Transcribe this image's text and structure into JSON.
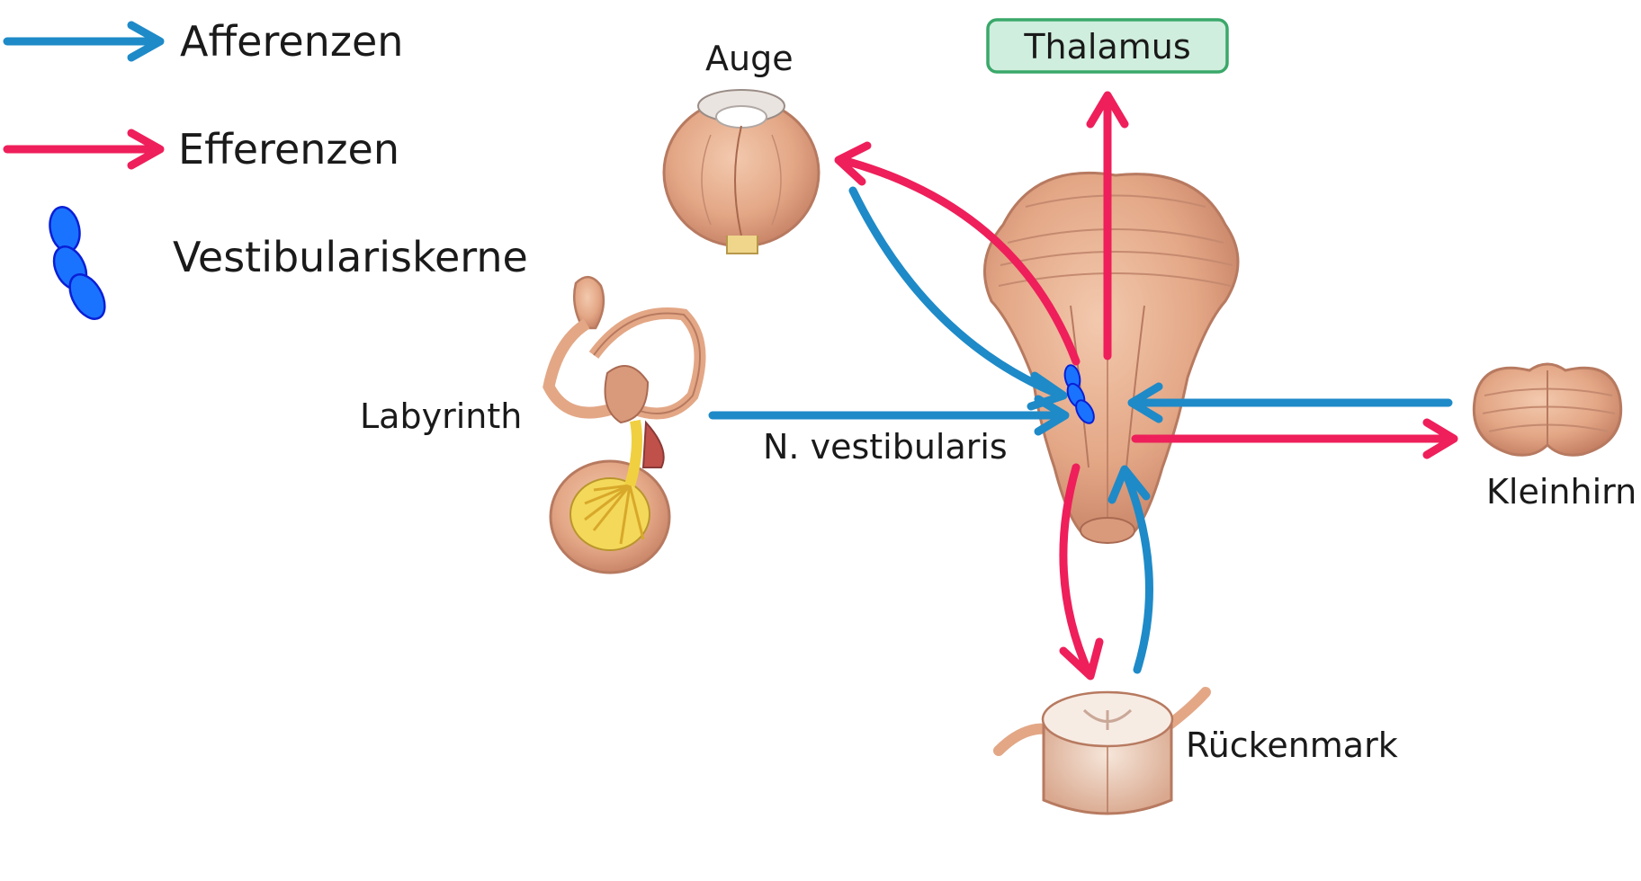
{
  "legend": {
    "afferent_label": "Afferenzen",
    "efferent_label": "Efferenzen",
    "nuclei_label": "Vestibulariskerne"
  },
  "labels": {
    "eye": "Auge",
    "thalamus": "Thalamus",
    "labyrinth": "Labyrinth",
    "nerve": "N. vestibularis",
    "cerebellum": "Kleinhirn",
    "spinal_cord": "Rückenmark"
  },
  "colors": {
    "afferent": "#1e8ac8",
    "efferent": "#ee1f5a",
    "nuclei_fill": "#1a73ff",
    "nuclei_stroke": "#0a1fd6",
    "tissue": "#e4a888",
    "tissue_dark": "#b8705a",
    "thalamus_fill": "#cfeedd",
    "thalamus_stroke": "#3aa86a",
    "nerve_yellow": "#f0d040"
  }
}
